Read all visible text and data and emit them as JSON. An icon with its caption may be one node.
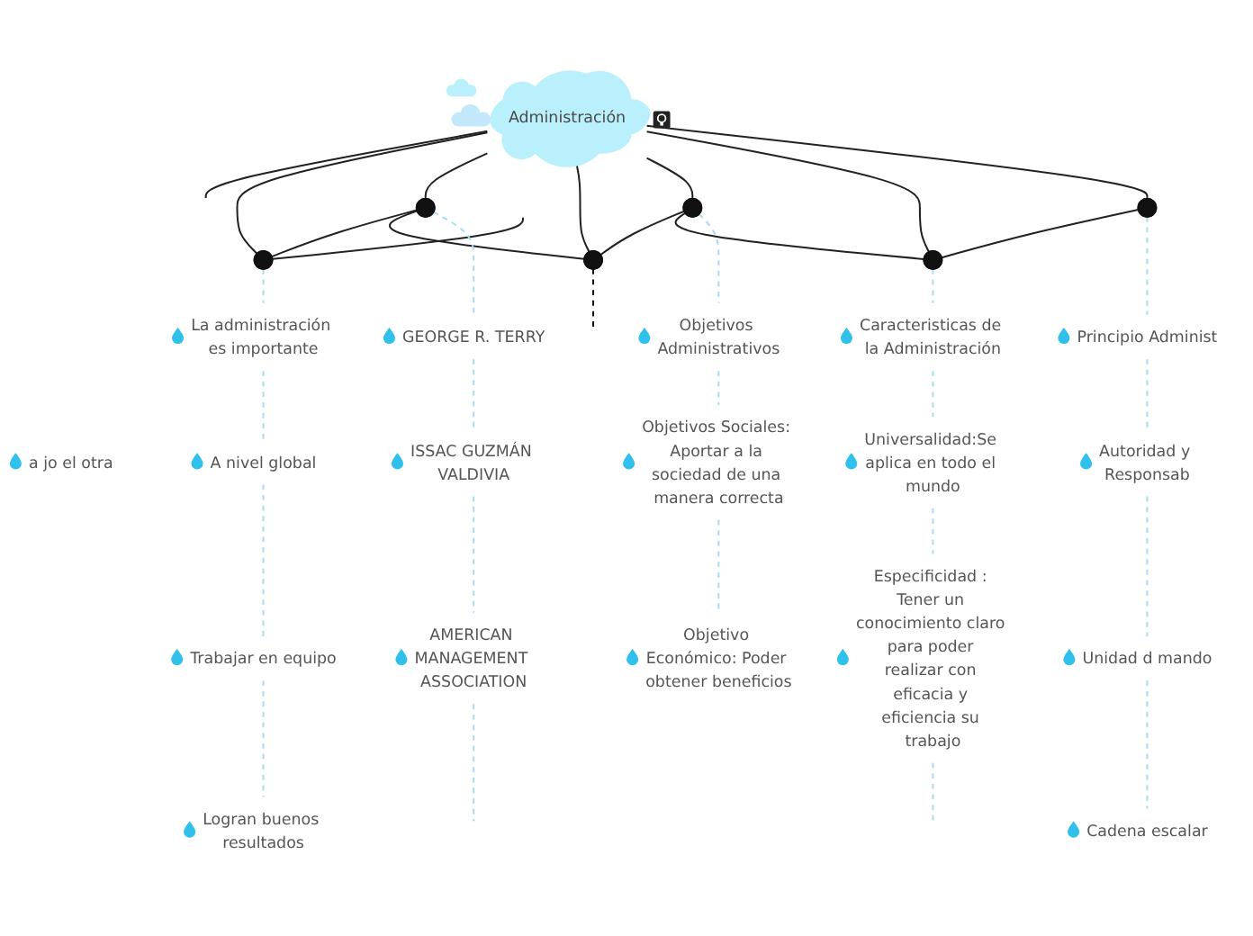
{
  "diagram": {
    "nodes": [
      {
        "text": [
          "Administración"
        ]
      },
      {
        "text": [],
        "shape": "circle"
      },
      {
        "text": [],
        "shape": "circle"
      },
      {
        "text": [],
        "shape": "circle"
      },
      {
        "text": [],
        "shape": "circle"
      },
      {
        "text": [],
        "shape": "circle"
      },
      {
        "text": [],
        "shape": "circle"
      },
      {
        "text": [
          "a jo el otra"
        ]
      },
      {
        "text": [
          "La administración es importante"
        ]
      },
      {
        "text": [
          "A nivel global"
        ]
      },
      {
        "text": [
          "Trabajar en equipo"
        ]
      },
      {
        "text": [
          "Logran buenos resultados"
        ]
      },
      {
        "text": [
          "GEORGE R. TERRY"
        ]
      },
      {
        "text": [
          "ISSAC GUZMÁN VALDIVIA"
        ]
      },
      {
        "text": [
          "AMERICAN MANAGEMENT ASSOCIATION"
        ]
      },
      {
        "text": [
          "Objetivos Administrativos"
        ]
      },
      {
        "text": [
          "Objetivos Sociales: Aportar a la sociedad de una manera correcta"
        ]
      },
      {
        "text": [
          "Objetivo Económico: Poder obtener beneficios"
        ]
      },
      {
        "text": [
          "Caracteristicas de la Administración"
        ]
      },
      {
        "text": [
          "Universalidad:Se aplica en todo el mundo"
        ]
      },
      {
        "text": [
          "Especificidad : Tener un conocimiento claro para poder realizar con eficacia y eficiencia su trabajo"
        ]
      },
      {
        "text": [
          "Principio Administ"
        ]
      },
      {
        "text": [
          "Autoridad y Responsab"
        ]
      },
      {
        "text": [
          "Unidad d mando"
        ]
      },
      {
        "text": [
          "Cadena escalar"
        ]
      }
    ],
    "edges": [
      {
        "from": 0,
        "to": null,
        "arrow": "none",
        "color": "#222222"
      },
      {
        "from": 0,
        "to": 1,
        "arrow": "none",
        "color": "#222222"
      },
      {
        "from": 0,
        "to": 2,
        "arrow": "none",
        "color": "#222222"
      },
      {
        "from": 0,
        "to": 3,
        "arrow": "none",
        "color": "#222222"
      },
      {
        "from": 0,
        "to": 4,
        "arrow": "none",
        "color": "#222222"
      },
      {
        "from": 0,
        "to": 5,
        "arrow": "none",
        "color": "#222222"
      },
      {
        "from": 0,
        "to": 6,
        "arrow": "none",
        "color": "#222222"
      },
      {
        "from": null,
        "to": 1,
        "arrow": "none",
        "color": "#222222"
      },
      {
        "from": 2,
        "to": 1,
        "arrow": "none",
        "color": "#222222"
      },
      {
        "from": 2,
        "to": 3,
        "arrow": "none",
        "color": "#222222"
      },
      {
        "from": 4,
        "to": 3,
        "arrow": "none",
        "color": "#222222"
      },
      {
        "from": 4,
        "to": 5,
        "arrow": "none",
        "color": "#222222"
      },
      {
        "from": 6,
        "to": 5,
        "arrow": "none",
        "color": "#222222"
      },
      {
        "from": 3,
        "to": null,
        "arrow": "none",
        "style": "dashed",
        "color": "#111111"
      },
      {
        "from": 1,
        "to": 8,
        "arrow": "none",
        "style": "dashed"
      },
      {
        "from": 8,
        "to": 9,
        "arrow": "none",
        "style": "dashed"
      },
      {
        "from": 9,
        "to": 10,
        "arrow": "none",
        "style": "dashed"
      },
      {
        "from": 10,
        "to": 11,
        "arrow": "none",
        "style": "dashed"
      },
      {
        "from": 2,
        "to": 12,
        "arrow": "none",
        "style": "dashed"
      },
      {
        "from": 12,
        "to": 13,
        "arrow": "none",
        "style": "dashed"
      },
      {
        "from": 13,
        "to": 14,
        "arrow": "none",
        "style": "dashed"
      },
      {
        "from": 14,
        "to": null,
        "arrow": "none",
        "style": "dashed"
      },
      {
        "from": 4,
        "to": 15,
        "arrow": "none",
        "style": "dashed"
      },
      {
        "from": 15,
        "to": 16,
        "arrow": "none",
        "style": "dashed"
      },
      {
        "from": 16,
        "to": 17,
        "arrow": "none",
        "style": "dashed"
      },
      {
        "from": 5,
        "to": 18,
        "arrow": "none",
        "style": "dashed"
      },
      {
        "from": 18,
        "to": 19,
        "arrow": "none",
        "style": "dashed"
      },
      {
        "from": 19,
        "to": 20,
        "arrow": "none",
        "style": "dashed"
      },
      {
        "from": 20,
        "to": null,
        "arrow": "none",
        "style": "dashed"
      },
      {
        "from": 6,
        "to": 21,
        "arrow": "none",
        "style": "dashed"
      },
      {
        "from": 21,
        "to": 22,
        "arrow": "none",
        "style": "dashed"
      },
      {
        "from": 22,
        "to": 23,
        "arrow": "none",
        "style": "dashed"
      },
      {
        "from": 23,
        "to": 24,
        "arrow": "none",
        "style": "dashed"
      }
    ]
  }
}
